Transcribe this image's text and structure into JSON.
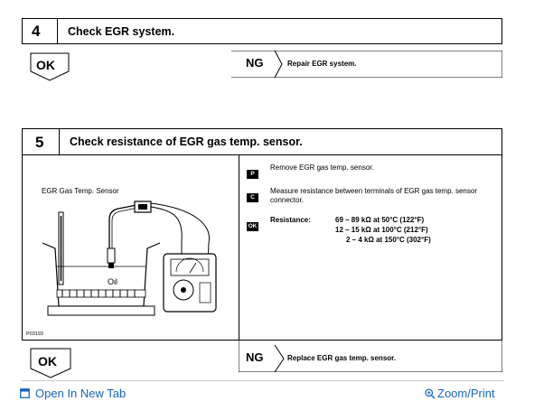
{
  "step4": {
    "number": "4",
    "title": "Check EGR system.",
    "ok_label": "OK",
    "ng_label": "NG",
    "ng_action": "Repair EGR system."
  },
  "step5": {
    "number": "5",
    "title": "Check resistance of EGR gas temp. sensor.",
    "figure": {
      "sensor_label": "EGR Gas Temp. Sensor",
      "oil_label": "Oil",
      "figure_id": "P03193"
    },
    "instructions": [
      {
        "code": "P",
        "text": "Remove EGR gas temp. sensor."
      },
      {
        "code": "C",
        "text": "Measure resistance between terminals of EGR gas temp. sensor connector."
      }
    ],
    "ok_code": "OK",
    "resistance": {
      "label": "Resistance:",
      "lines": [
        "69 – 89 kΩ at 50°C (122°F)",
        "12 – 15 kΩ at 100°C (212°F)",
        "2 – 4 kΩ at 150°C (302°F)"
      ]
    },
    "ok_label": "OK",
    "ng_label": "NG",
    "ng_action": "Replace EGR gas temp. sensor."
  },
  "footer": {
    "open_new_tab": "Open In New Tab",
    "zoom_print": "Zoom/Print"
  },
  "colors": {
    "link": "#1565c0",
    "border": "#000000",
    "divider": "#cccccc"
  }
}
